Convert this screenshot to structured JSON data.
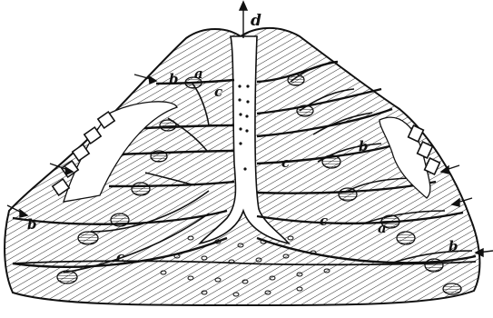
{
  "figure": {
    "labels": {
      "d": "d",
      "b_left_top": "b",
      "a_left_top": "a",
      "c_left_top": "c",
      "b_left_low": "b",
      "c_left_low": "c",
      "b_right_mid": "b",
      "c_right_mid": "c",
      "c_right_low": "c",
      "a_right_low": "a",
      "b_right_low": "b"
    }
  }
}
